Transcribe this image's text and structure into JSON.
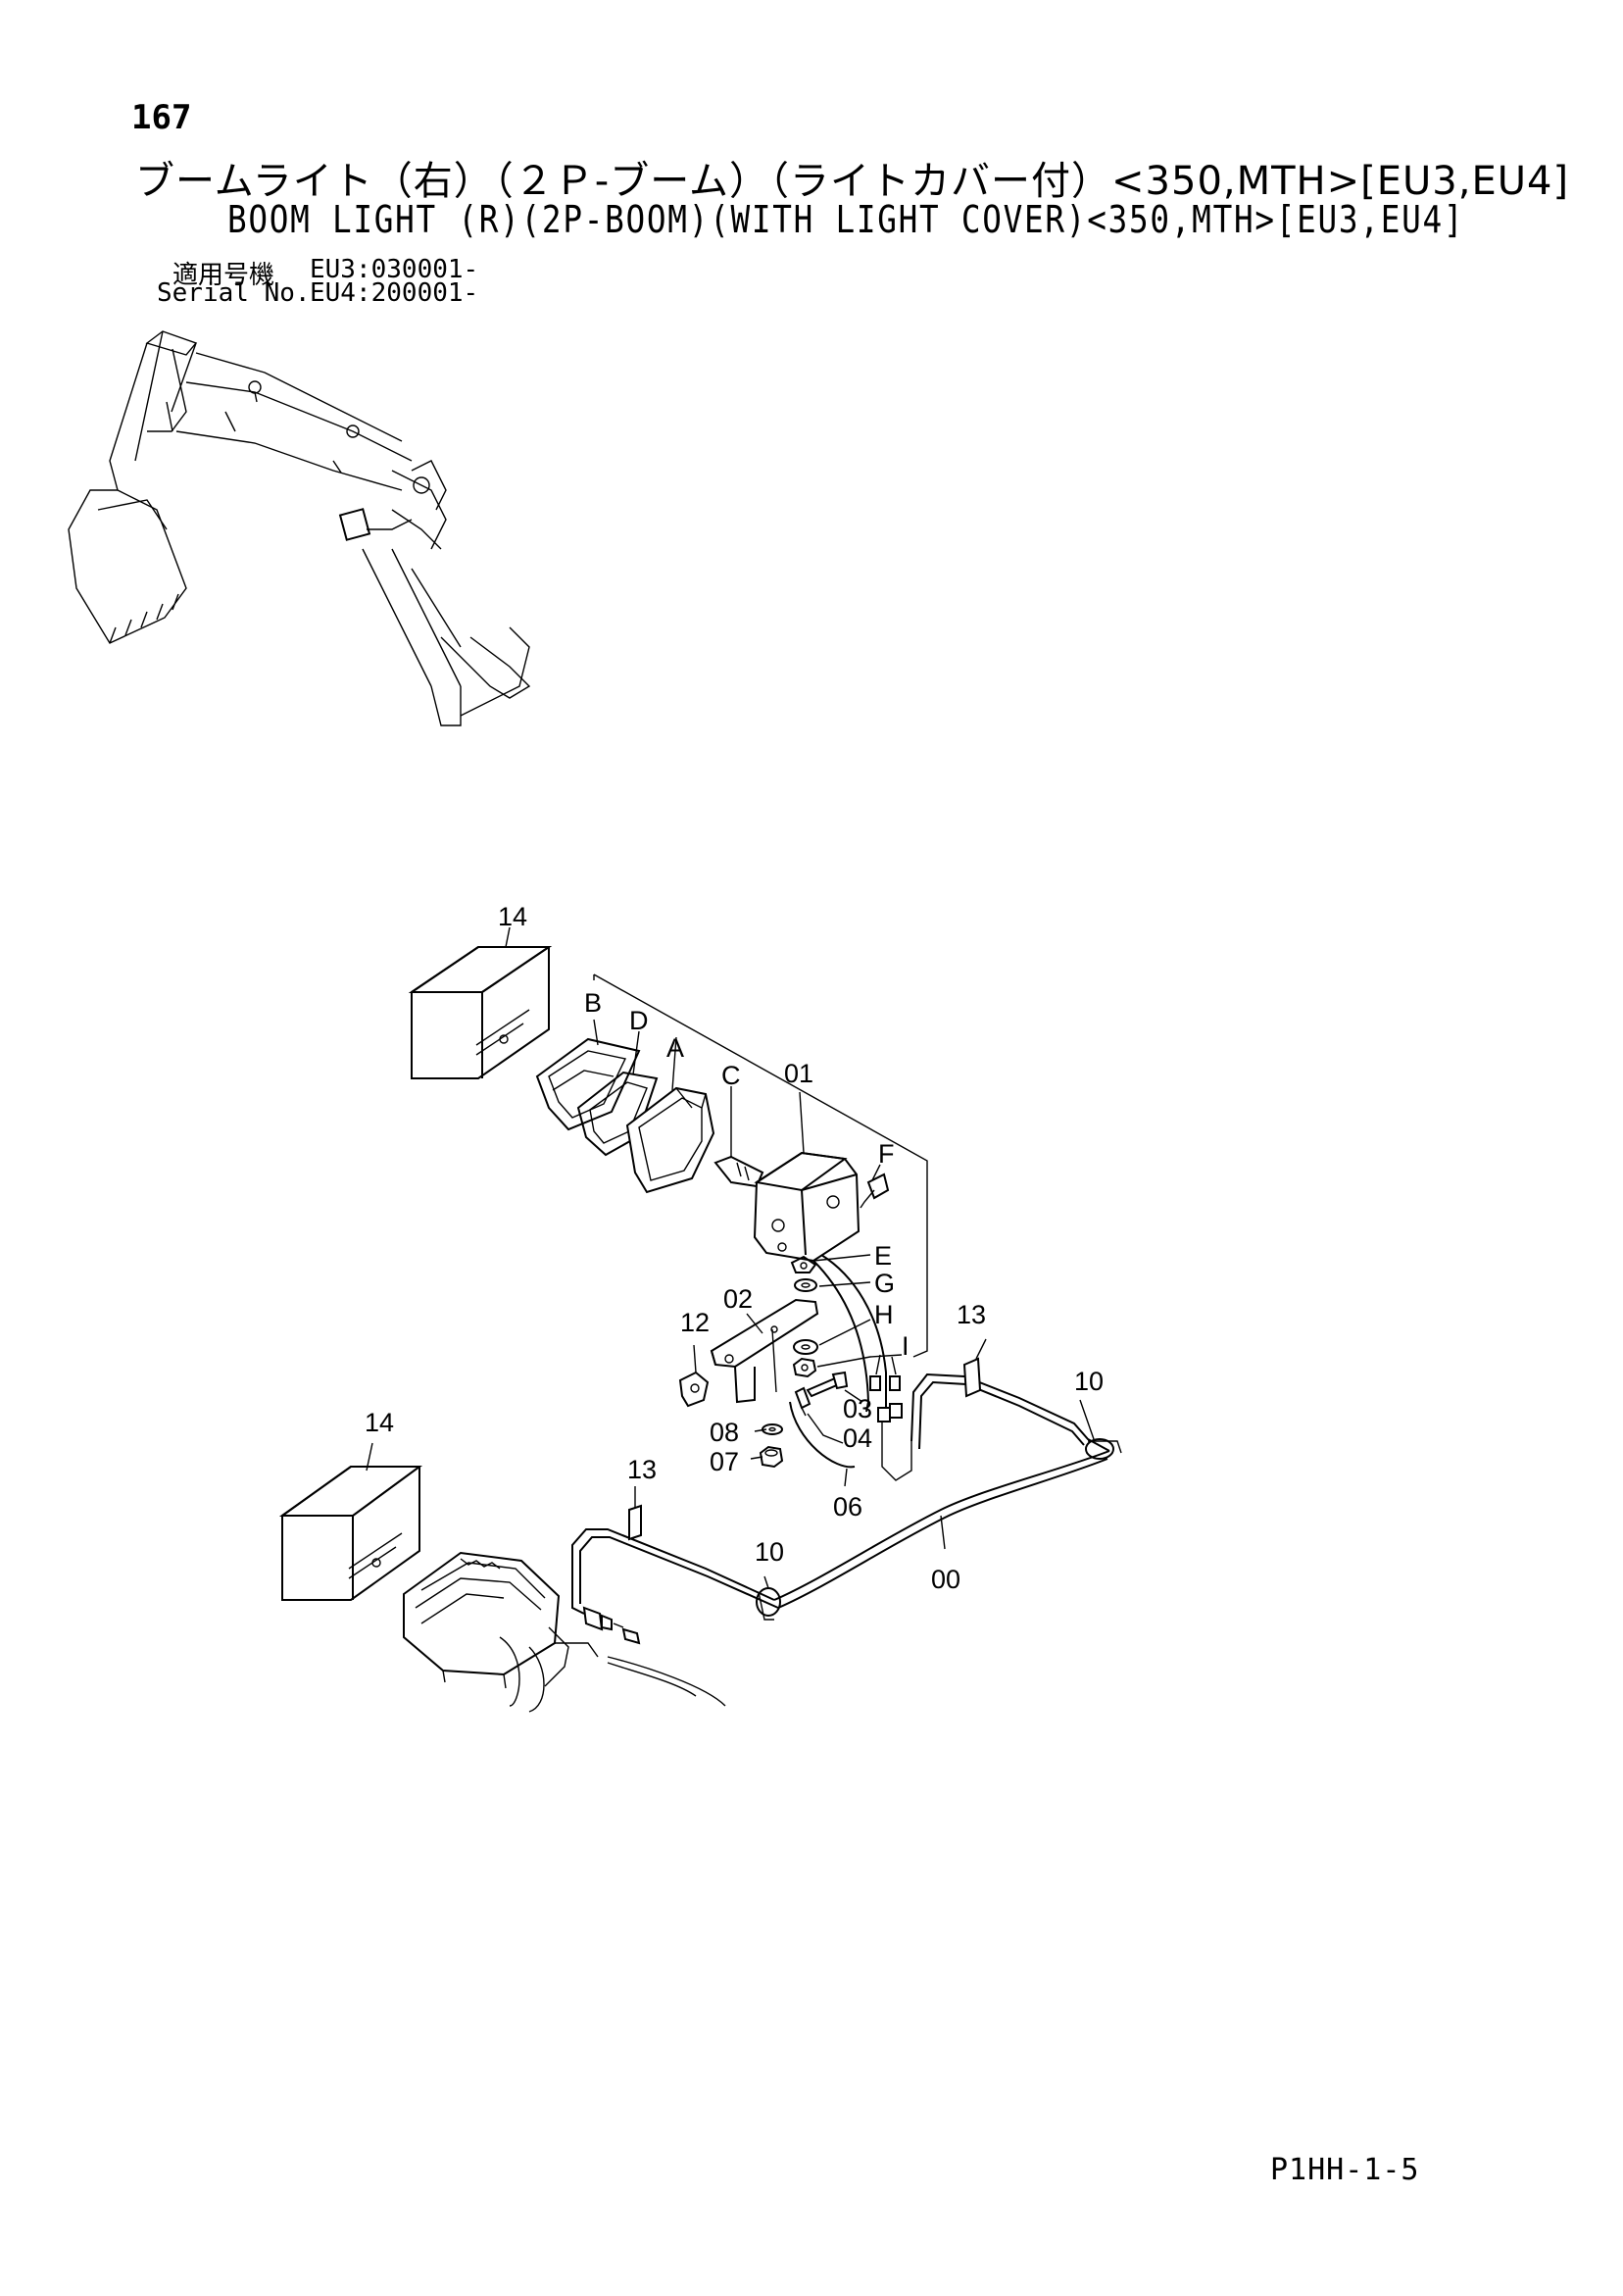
{
  "header": {
    "page_number": "167",
    "title_jp": "ブームライト（右）（２Ｐ-ブーム）（ライトカバー付）<350,MTH>[EU3,EU4]",
    "title_en": "BOOM LIGHT (R)(2P-BOOM)(WITH LIGHT COVER)<350,MTH>[EU3,EU4]",
    "serial_label_jp": "適用号機",
    "serial_label_en": "Serial No.",
    "serial_eu3": "EU3:030001-",
    "serial_eu4": "EU4:200001-"
  },
  "callouts": {
    "c14_upper": "14",
    "cB": "B",
    "cD": "D",
    "cA": "A",
    "cC": "C",
    "c01": "01",
    "cF": "F",
    "cE": "E",
    "cG": "G",
    "cH": "H",
    "cI": "I",
    "c12": "12",
    "c02": "02",
    "c13_right": "13",
    "c10_right": "10",
    "c03": "03",
    "c04": "04",
    "c08": "08",
    "c07": "07",
    "c14_lower": "14",
    "c13_left": "13",
    "c06": "06",
    "c10_left": "10",
    "c00": "00"
  },
  "footer": {
    "code": "P1HH-1-5"
  }
}
